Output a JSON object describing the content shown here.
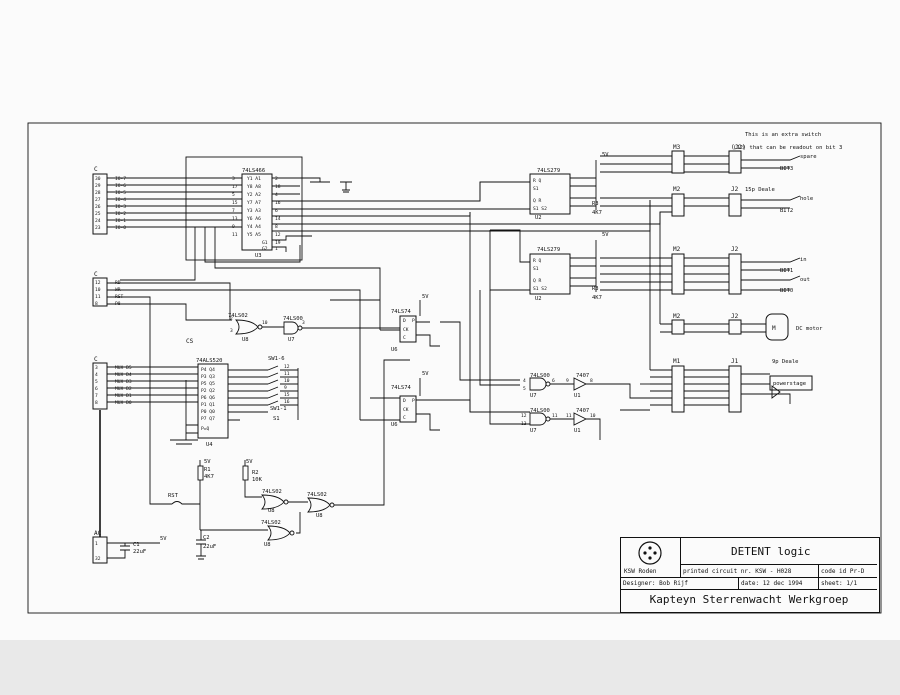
{
  "title_block": {
    "drawing_title": "DETENT logic",
    "logo_text": "KSW  Roden",
    "pcb_label": "printed circuit nr.",
    "pcb_value": "KSW - H028",
    "code_label": "code id",
    "code_value": "Pr-D",
    "designer_label": "Designer:",
    "designer_value": "Bob Rijf",
    "date_label": "date:",
    "date_value": "12 dec 1994",
    "sheet_label": "sheet:",
    "sheet_value": "1/1",
    "organisation": "Kapteyn Sterrenwacht Werkgroep"
  },
  "notes": {
    "extra_switch_1": "This is an extra switch",
    "extra_switch_2": "(J2) that can be readout on bit 3",
    "spare": "spare",
    "hole": "hole",
    "in": "in",
    "out": "out",
    "dc_motor": "DC motor",
    "p15_header": "15p Deale",
    "p9_header": "9p Deale",
    "powerstage": "powerstage"
  },
  "bits": {
    "bit3": "BIT3",
    "bit2": "BIT2",
    "bit1": "BIT1",
    "bit0": "BIT0"
  },
  "parts": {
    "u3": "74LS466",
    "u3_ref": "U3",
    "u2a": "74LS279",
    "u2b": "74LS279",
    "u2_ref": "U2",
    "r3": "R3",
    "r3_val": "4K7",
    "r3b": "R3",
    "r3b_val": "4K7",
    "u4": "74ALS520",
    "u4_ref": "U4",
    "sw": "SW1-6",
    "sw_bottom": "SW1-1",
    "s1": "S1",
    "u8a": "74LS02",
    "u8_ref": "U8",
    "u7a": "74LS00",
    "u7_ref": "U7",
    "u6a": "74LS74",
    "u6b": "74LS74",
    "u6_ref": "U6",
    "u7b": "74LS00",
    "u7c": "74LS00",
    "u1a": "7407",
    "u1b": "7407",
    "u1_ref": "U1",
    "r1": "R1",
    "r1_val": "4K7",
    "r2": "R2",
    "r2_val": "10K",
    "u8b": "74LS02",
    "u8c": "74LS02",
    "u8d": "74LS02",
    "rst": "RST",
    "c1": "C1",
    "c1_val": "22uF",
    "c2": "C2",
    "c2_val": "22uF",
    "vcc": "5V",
    "c_conn": "C",
    "a_conn": "A",
    "cs": "CS",
    "ac": "AC"
  },
  "io_lines": [
    "IO-7",
    "IO-6",
    "IO-5",
    "IO-4",
    "IO-3",
    "IO-2",
    "IO-1",
    "IO-0"
  ],
  "io_pins": [
    "30",
    "29",
    "28",
    "27",
    "26",
    "25",
    "24",
    "23"
  ],
  "ctrl_lines": [
    "RD",
    "WR",
    "RST",
    "P8"
  ],
  "ctrl_pins": [
    "12",
    "10",
    "11",
    "8"
  ],
  "mux_lines": [
    "MUX D5",
    "MUX D4",
    "MUX D3",
    "MUX D2",
    "MUX D1",
    "MUX D0"
  ],
  "mux_pins": [
    "3",
    "4",
    "5",
    "6",
    "7",
    "8"
  ],
  "m_labels": [
    "M3",
    "M2",
    "M2",
    "M2",
    "M1"
  ],
  "j_labels": [
    "(J2)",
    "J2",
    "J2",
    "J2",
    "J1"
  ]
}
